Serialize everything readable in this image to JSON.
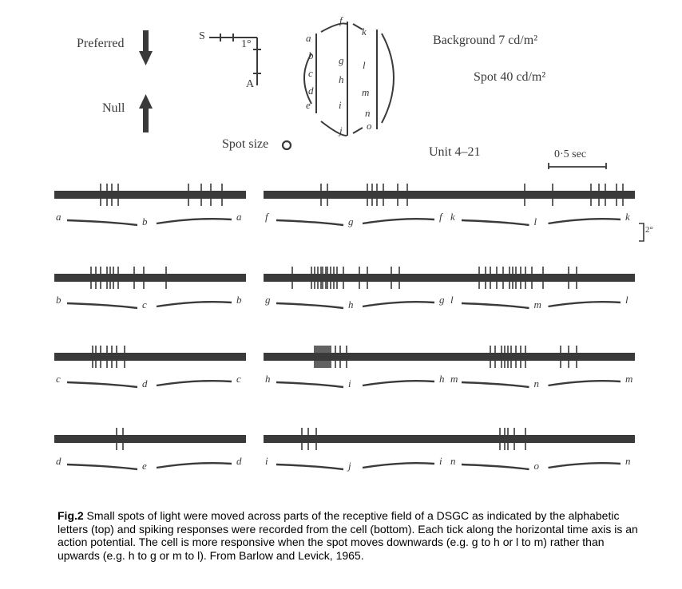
{
  "legend": {
    "preferred": "Preferred",
    "null": "Null",
    "scale_start": "S",
    "scale_degree": "1°",
    "scale_end": "A",
    "spot_size": "Spot size",
    "background": "Background 7 cd/m²",
    "spot": "Spot 40 cd/m²",
    "unit": "Unit 4–21",
    "time_scale": "0·5 sec",
    "amp_scale": "2°"
  },
  "positions": {
    "left_column": [
      "a",
      "b",
      "c",
      "d",
      "e"
    ],
    "middle_column": [
      "f",
      "g",
      "h",
      "i",
      "j"
    ],
    "right_column": [
      "k",
      "l",
      "m",
      "n",
      "o"
    ]
  },
  "traces": [
    [
      {
        "labels": [
          "a",
          "b",
          "a"
        ]
      },
      {
        "labels": [
          "f",
          "g",
          "f"
        ]
      },
      {
        "labels": [
          "k",
          "l",
          "k"
        ]
      }
    ],
    [
      {
        "labels": [
          "b",
          "c",
          "b"
        ]
      },
      {
        "labels": [
          "g",
          "h",
          "g"
        ]
      },
      {
        "labels": [
          "l",
          "m",
          "l"
        ]
      }
    ],
    [
      {
        "labels": [
          "c",
          "d",
          "c"
        ]
      },
      {
        "labels": [
          "h",
          "i",
          "h"
        ]
      },
      {
        "labels": [
          "m",
          "n",
          "m"
        ]
      }
    ],
    [
      {
        "labels": [
          "d",
          "e",
          "d"
        ]
      },
      {
        "labels": [
          "i",
          "j",
          "i"
        ]
      },
      {
        "labels": [
          "n",
          "o",
          "n"
        ]
      }
    ]
  ],
  "caption": {
    "label": "Fig.2",
    "text": " Small spots of light were moved across parts of the receptive field of a DSGC as indicated by the alphabetic letters (top) and spiking responses were recorded from the cell (bottom). Each tick along the horizontal time axis is an action potential. The cell is more responsive when the spot moves downwards (e.g. g to h or l to m) rather than upwards (e.g. h to g or m to l). From Barlow and Levick, 1965."
  }
}
